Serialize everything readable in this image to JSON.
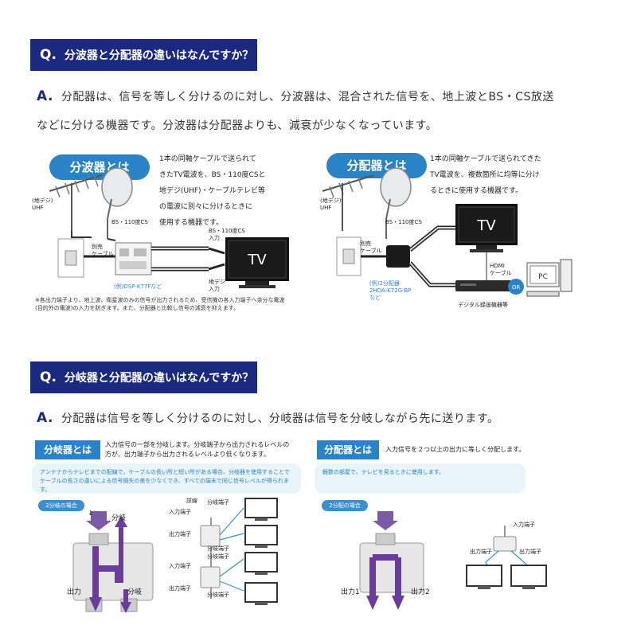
{
  "q1": {
    "mark": "Q.",
    "title": "分波器と分配器の違いはなんですか？"
  },
  "a1": {
    "mark": "A.",
    "line1": "分配器は、信号を等しく分けるのに対し、分波器は、混合された信号を、地上波とBS・CS放送",
    "line2": "などに分ける機器です。分波器は分配器よりも、減衰が少なくなっています。"
  },
  "bunpa": {
    "title": "分波器とは",
    "desc": [
      "1本の同軸ケーブルで送られて",
      "きたTV電波を、BS・110度CSと",
      "地デジ(UHF)・ケーブルテレビ等",
      "の電波に別々に分けるときに",
      "使用する機器です。"
    ],
    "labels": {
      "uhf": "(地デジ)\nUHF",
      "bs": "BS・110度CS",
      "cable": "別売\nケーブル",
      "bs_in": "BS・110度CS\n入力",
      "chideji_in": "地デジ\n入力",
      "model": "(例)DSP-K77Fなど",
      "tv": "TV"
    },
    "note": [
      "※各出力端子より、地上波、衛星波のみの信号が出力されるため、受信機の各入力端子へ余分な電波",
      "(目的外の電波)の入力を防ぎます。また、分配器と比較し信号の減衰を抑えます。"
    ]
  },
  "bunpai": {
    "title": "分配器とは",
    "desc": [
      "1本の同軸ケーブルで送られてきた",
      "TV電波を、複数箇所に均等に分け",
      "るときに使用する機器です。"
    ],
    "labels": {
      "uhf": "(地デジ)\nUHF",
      "bs": "BS・110度CS",
      "cable": "別売\nケーブル",
      "hdmi": "HDMI\nケーブル",
      "model": "(例)2分配器\n2HDA-K72G-BP\nなど",
      "recorder": "デジタル録画機器等",
      "or": "OR",
      "pc": "PC",
      "tv": "TV"
    }
  },
  "q2": {
    "mark": "Q.",
    "title": "分岐器と分配器の違いはなんですか？"
  },
  "a2": {
    "mark": "A.",
    "line1": "分配器は信号を等しく分けるのに対し、分岐器は信号を分岐しながら先に送ります。"
  },
  "bunki": {
    "title": "分岐器とは",
    "desc": [
      "入力信号の一部を分岐します。分岐端子から出力されるレベルの",
      "方が、出力端子から出力されるレベルより低くなります。"
    ],
    "info": "アンテナからテレビまでの配線で、ケーブルの長い所と短い所がある場合、分岐器を使用することでケーブルの長さの違いによる信号損失の差を少なくでき、すべての端末で同じ信号レベルが得られます。",
    "tag": "2分岐の場合",
    "labels": {
      "bunki": "分岐",
      "out": "出力",
      "bunki2": "分岐",
      "sessen": "詳線",
      "in1": "入力端子",
      "out1": "出力端子",
      "bt1": "分岐端子",
      "bt2": "分岐端子",
      "bt3": "分岐端子",
      "in2": "入力端子",
      "out2": "出力端子",
      "bt4": "分岐端子"
    }
  },
  "bunpai2": {
    "title": "分配器とは",
    "desc": "入力信号を２つ以上の出力に等しく分配します。",
    "info": "鏡数の部屋で、テレビを見るときに使用します。",
    "tag": "2分配の場合",
    "labels": {
      "in": "入力端子",
      "out": "出力端子",
      "out1": "出力1",
      "out2": "出力2"
    }
  },
  "colors": {
    "navy": "#1b2a7e",
    "blue": "#2a83c6",
    "purple": "#6a3d9a"
  }
}
